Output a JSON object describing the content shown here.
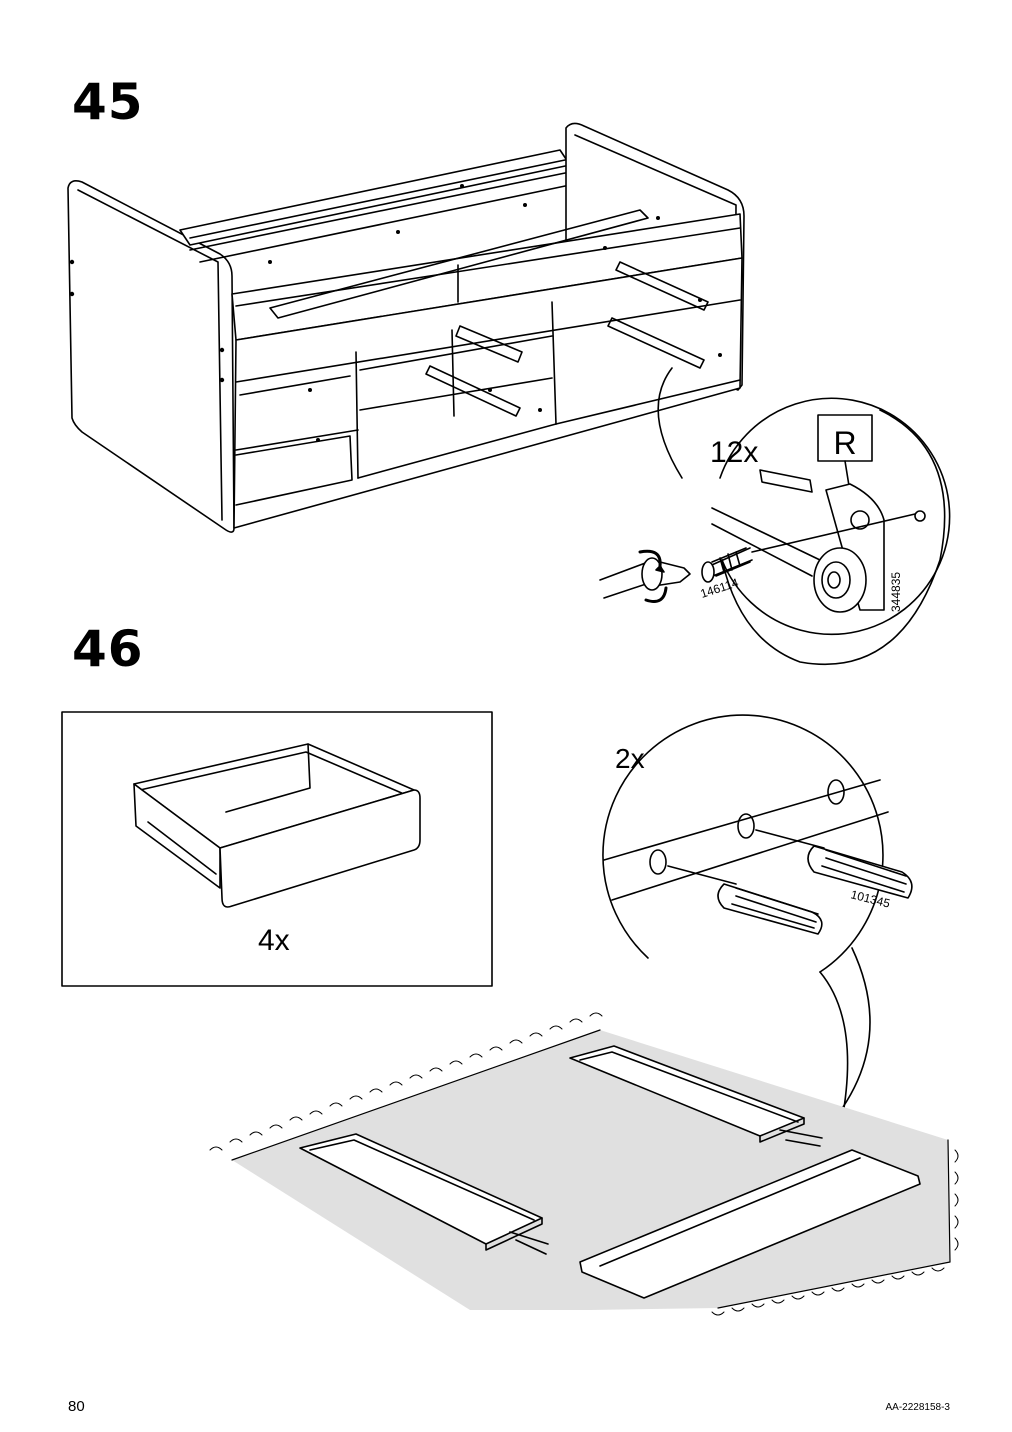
{
  "steps": [
    {
      "number": "45",
      "quantity": "12x",
      "side_label": "R",
      "part_numbers": [
        "146114",
        "344835"
      ]
    },
    {
      "number": "46",
      "drawer_quantity": "4x",
      "dowel_quantity": "2x",
      "part_numbers": [
        "101345"
      ]
    }
  ],
  "footer": {
    "page_number": "80",
    "document_code": "AA-2228158-3"
  }
}
